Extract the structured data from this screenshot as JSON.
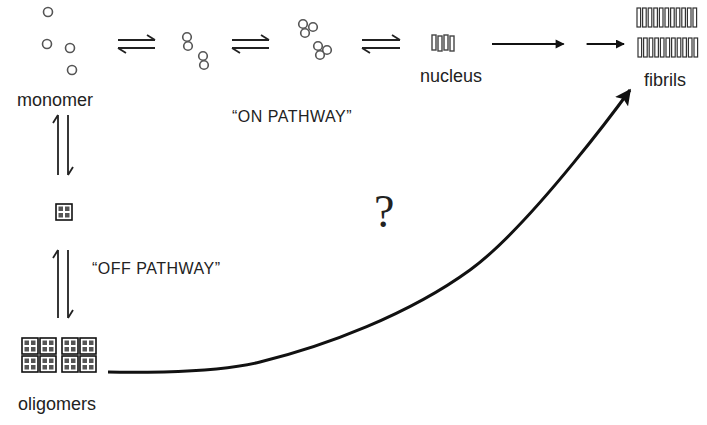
{
  "diagram": {
    "nodes": [
      {
        "text": [
          "monomer"
        ]
      },
      {
        "text": [
          "nucleus"
        ]
      },
      {
        "text": [
          "fibrils"
        ]
      },
      {
        "text": [
          "oligomers"
        ]
      }
    ],
    "edges": [
      {
        "from": 1,
        "to": 2,
        "arrow": "to"
      },
      {
        "from": 3,
        "to": 2,
        "label": "?",
        "arrow": "to"
      }
    ],
    "labels": [
      "“ON PATHWAY”",
      "“OFF PATHWAY”"
    ]
  }
}
